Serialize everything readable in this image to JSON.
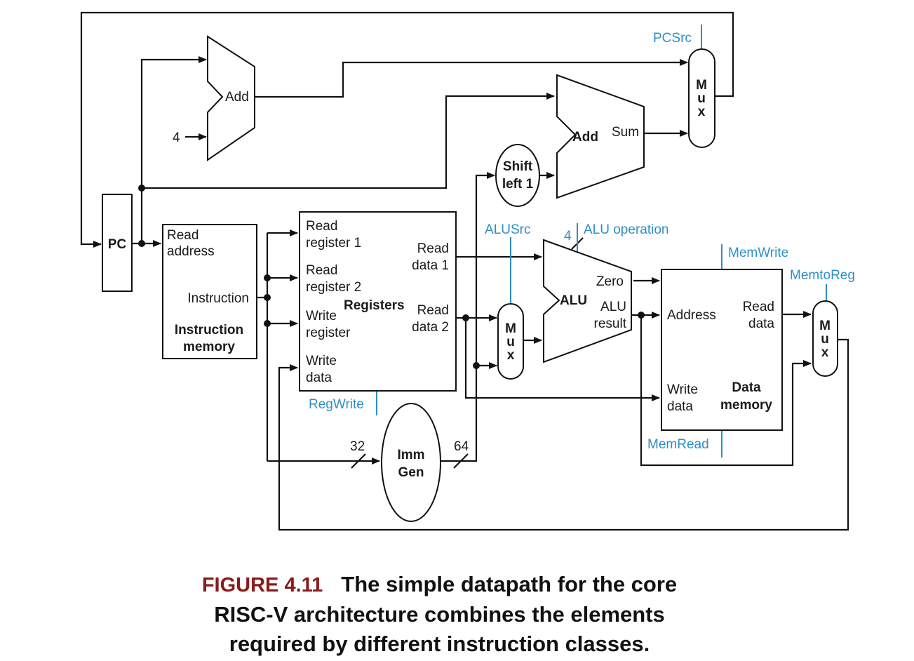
{
  "components": {
    "pc": "PC",
    "add_top": "Add",
    "add_const": "4",
    "add_branch": "Add",
    "add_branch_sum": "Sum",
    "shift_line1": "Shift",
    "shift_line2": "left 1",
    "imem_read_address_1": "Read",
    "imem_read_address_2": "address",
    "imem_instruction": "Instruction",
    "imem_title_1": "Instruction",
    "imem_title_2": "memory",
    "reg_read1_a": "Read",
    "reg_read1_b": "register 1",
    "reg_read2_a": "Read",
    "reg_read2_b": "register 2",
    "reg_write_a": "Write",
    "reg_write_b": "register",
    "reg_wdata_a": "Write",
    "reg_wdata_b": "data",
    "reg_title": "Registers",
    "reg_rdata1_a": "Read",
    "reg_rdata1_b": "data 1",
    "reg_rdata2_a": "Read",
    "reg_rdata2_b": "data 2",
    "alu": "ALU",
    "alu_zero": "Zero",
    "alu_result_a": "ALU",
    "alu_result_b": "result",
    "alu_op_width": "4",
    "dmem_address": "Address",
    "dmem_rdata_a": "Read",
    "dmem_rdata_b": "data",
    "dmem_wdata_a": "Write",
    "dmem_wdata_b": "data",
    "dmem_title_a": "Data",
    "dmem_title_b": "memory",
    "imm_a": "Imm",
    "imm_b": "Gen",
    "imm_in_width": "32",
    "imm_out_width": "64",
    "mux_m": "M",
    "mux_u": "u",
    "mux_x": "x"
  },
  "control_signals": {
    "pcsrc": "PCSrc",
    "alusrc": "ALUSrc",
    "alu_operation": "ALU operation",
    "memwrite": "MemWrite",
    "memtoreg": "MemtoReg",
    "regwrite": "RegWrite",
    "memread": "MemRead"
  },
  "colors": {
    "control": "#2e8fc6",
    "figure_label": "#8b1a1a"
  },
  "caption": {
    "figure_label": "FIGURE 4.11",
    "line1": "The simple datapath for the core",
    "line2": "RISC-V architecture combines the elements",
    "line3": "required by different instruction classes."
  }
}
